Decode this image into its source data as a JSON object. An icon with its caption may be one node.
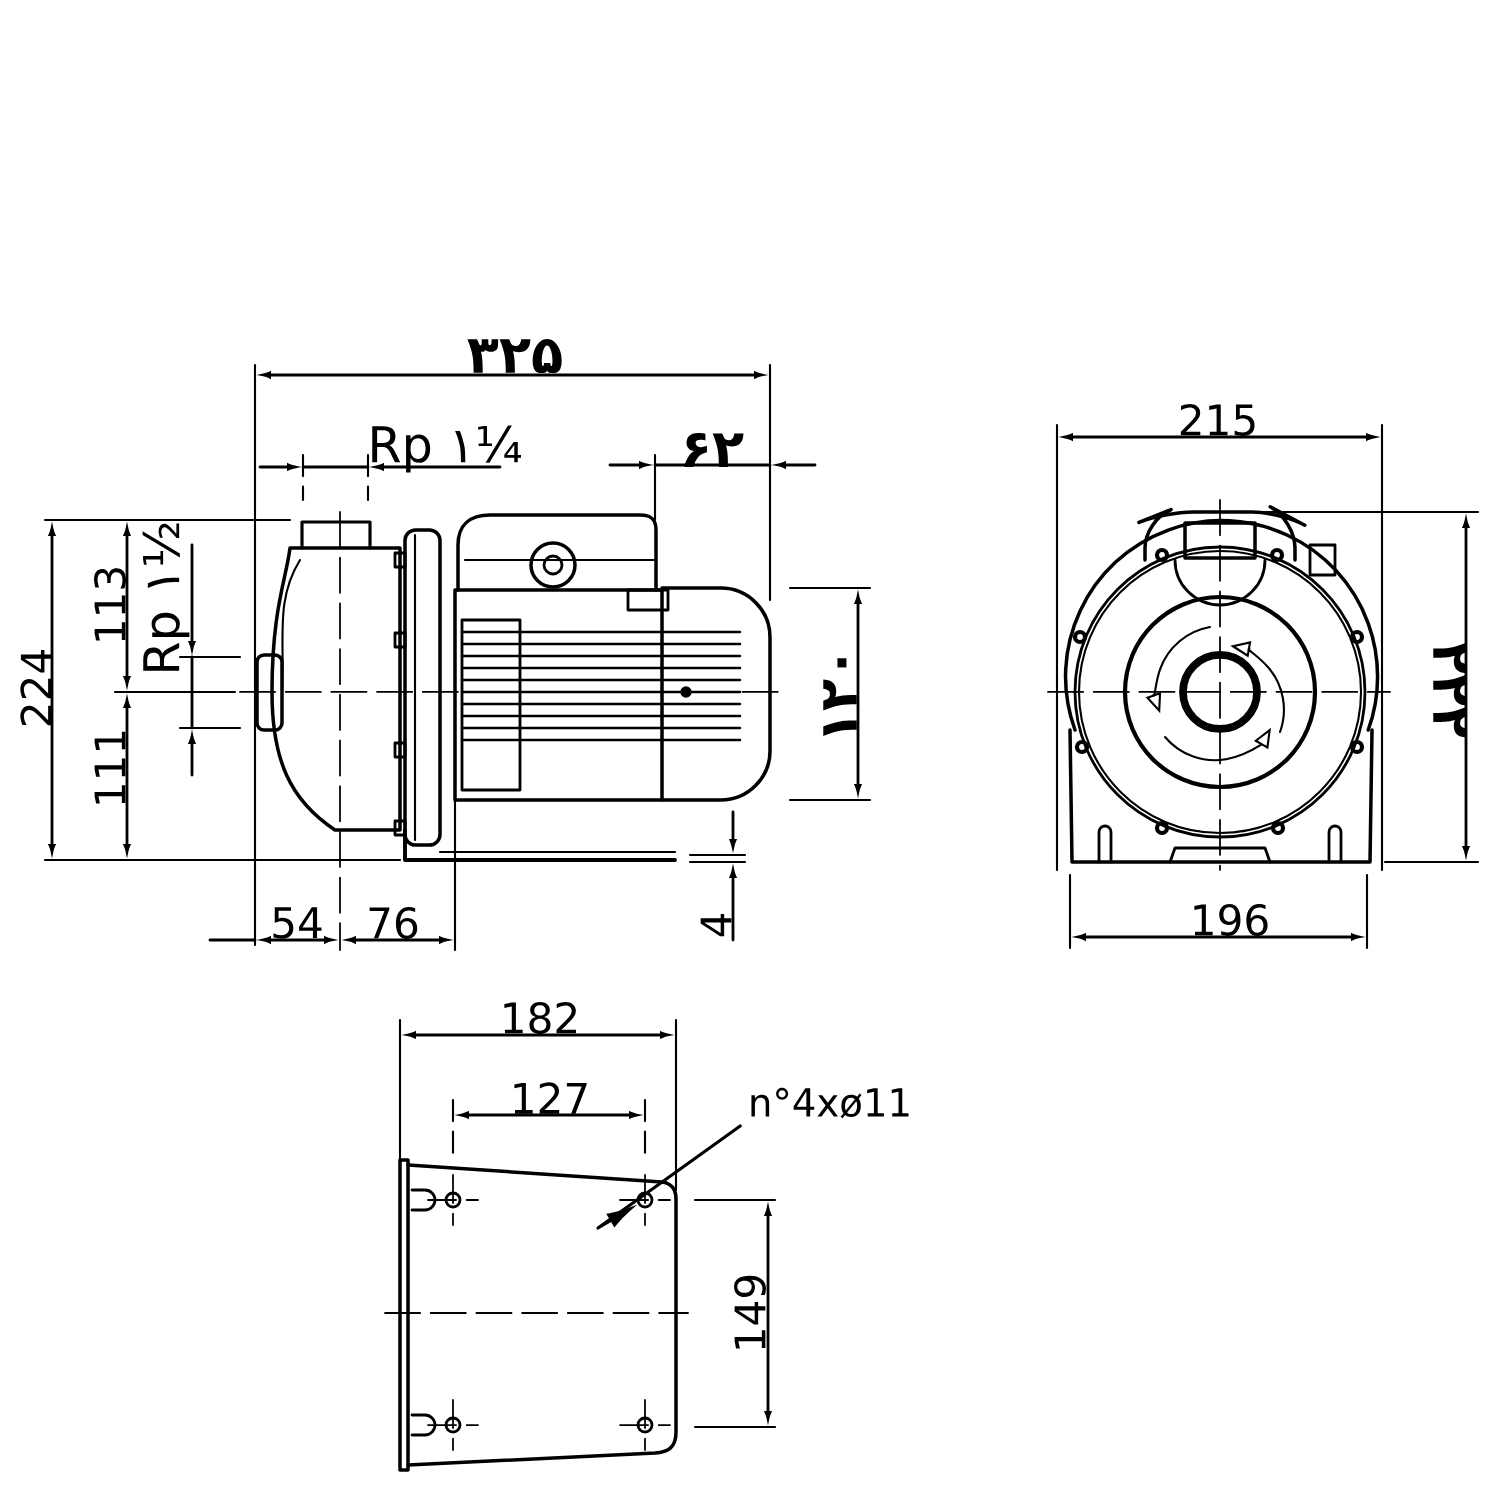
{
  "diagram": {
    "nodes": [
      {
        "text": [
          "n°4xø11"
        ]
      },
      {
        "text": [],
        "shape": "circle"
      }
    ],
    "edges": [
      {
        "from": 0,
        "to": 1,
        "arrow": "to"
      }
    ],
    "labels": [
      "۳۲۵",
      "215",
      "Rp ۱¼",
      "۶۲",
      "113",
      "Rp ۱½",
      "224",
      "۱۲۰",
      "۲۲۲",
      "111",
      "54",
      "76",
      "4",
      "196",
      "182",
      "127",
      "149"
    ]
  }
}
